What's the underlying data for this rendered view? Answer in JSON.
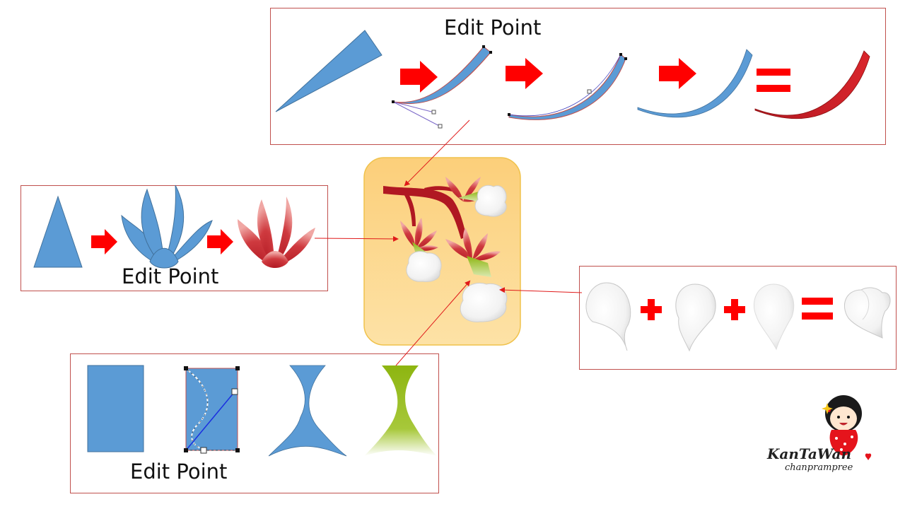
{
  "panels": {
    "top": {
      "label": "Edit Point"
    },
    "left": {
      "label": "Edit Point"
    },
    "bottom": {
      "label": "Edit Point"
    }
  },
  "logo": {
    "title": "KanTaWan",
    "subtitle": "chanprampree"
  },
  "colors": {
    "frame_border": "#c0504d",
    "shape_blue": "#5b9bd5",
    "arrow_red": "#ff0000",
    "centerpiece_bg": "#fdd88e",
    "leaf_red": "#c0262d",
    "stem_green": "#8db510",
    "cotton_white": "#eeeeee"
  },
  "icons": [
    "arrow-right-icon",
    "plus-icon",
    "equals-icon"
  ]
}
